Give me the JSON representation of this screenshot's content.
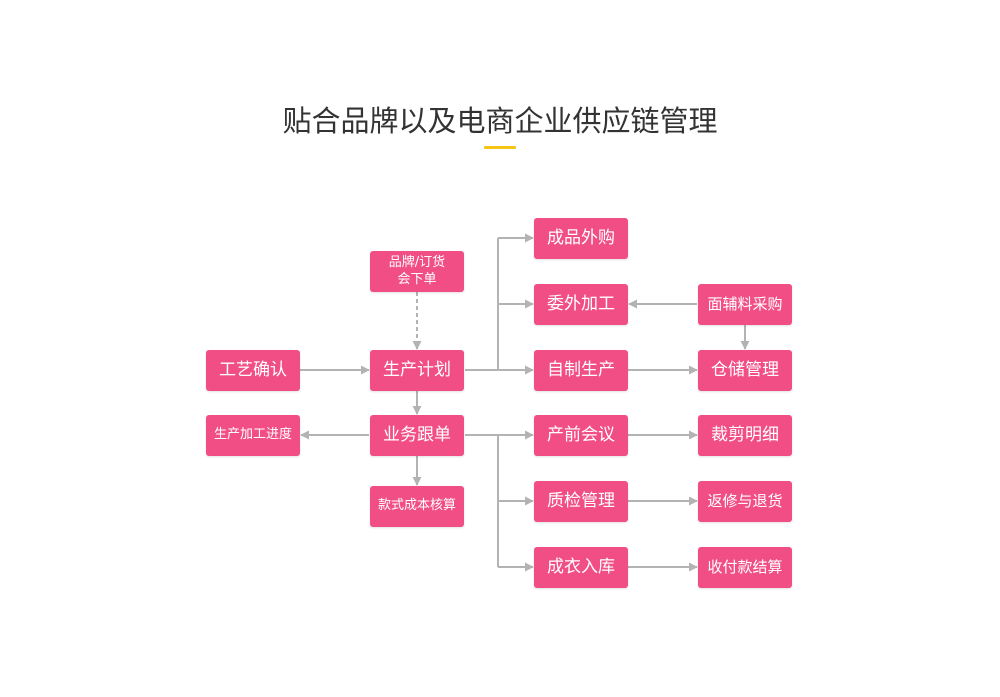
{
  "title": "贴合品牌以及电商企业供应链管理",
  "colors": {
    "node": "#f24e86",
    "accent_underline": "#f5c518",
    "arrow": "#b3b3b3",
    "title": "#333333"
  },
  "nodes": {
    "craft_confirm": "工艺确认",
    "production_plan": "生产计划",
    "brand_order": "品牌/订货会下单",
    "business_follow": "业务跟单",
    "production_progress": "生产加工进度",
    "style_cost": "款式成本核算",
    "finished_purchase": "成品外购",
    "outsourced_processing": "委外加工",
    "self_production": "自制生产",
    "preproduction_meeting": "产前会议",
    "quality_management": "质检管理",
    "garment_storage": "成衣入库",
    "material_purchase": "面辅料采购",
    "warehouse_management": "仓储管理",
    "cutting_details": "裁剪明细",
    "rework_return": "返修与退货",
    "payment_settlement": "收付款结算"
  }
}
